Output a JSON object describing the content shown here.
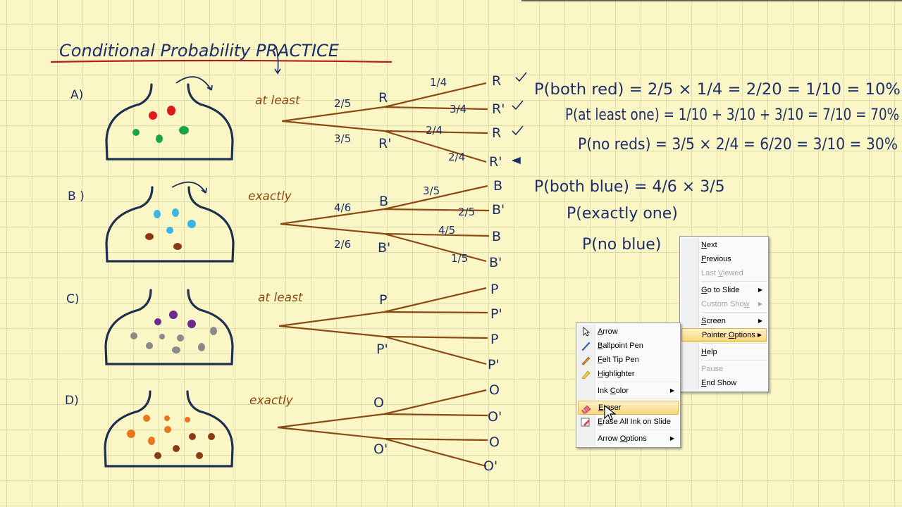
{
  "slide": {
    "title": "Conditional Probability PRACTICE",
    "problems": [
      {
        "label": "A)",
        "qualifier": "at least",
        "branch1": {
          "first": "R",
          "second": "R'",
          "p1": "2/5",
          "p2": "3/5"
        },
        "leaves": [
          "R",
          "R'",
          "R",
          "R'"
        ],
        "leaf_probs": [
          "1/4",
          "3/4",
          "2/4",
          "2/4"
        ]
      },
      {
        "label": "B )",
        "qualifier": "exactly",
        "branch1": {
          "first": "B",
          "second": "B'",
          "p1": "4/6",
          "p2": "2/6"
        },
        "leaves": [
          "B",
          "B'",
          "B",
          "B'"
        ],
        "leaf_probs": [
          "3/5",
          "2/5",
          "4/5",
          "1/5"
        ]
      },
      {
        "label": "C)",
        "qualifier": "at least",
        "branch1": {
          "first": "P",
          "second": "P'"
        },
        "leaves": [
          "P",
          "P'",
          "P",
          "P'"
        ]
      },
      {
        "label": "D)",
        "qualifier": "exactly",
        "branch1": {
          "first": "O",
          "second": "O'"
        },
        "leaves": [
          "O",
          "O'",
          "O",
          "O'"
        ]
      }
    ],
    "equations": [
      "P(both red) = 2/5 × 1/4 = 2/20 = 1/10 = 10%",
      "P(at least one) = 1/10 + 3/10 + 3/10 = 7/10 = 70%",
      "P(no reds) = 3/5 × 2/4 = 6/20 = 3/10 = 30%",
      "P(both blue) = 4/6 × 3/5",
      "P(exactly one)",
      "P(no blue)"
    ],
    "colors": {
      "ink_blue": "#1d2f6b",
      "ink_brown": "#8b4a12",
      "underline_red": "#b0201b",
      "red": "#e01a1a",
      "green": "#1aa34a",
      "blue": "#3cb4e6",
      "brown": "#8b3a12",
      "purple": "#6b2a8e",
      "grey": "#8a8a8a",
      "orange": "#e8761c",
      "paper": "#fbf6c6",
      "grid": "#cfd59b"
    }
  },
  "main_menu": {
    "items": [
      {
        "label": "Next",
        "underline": "N",
        "disabled": false
      },
      {
        "label": "Previous",
        "underline": "P",
        "disabled": false
      },
      {
        "label": "Last Viewed",
        "underline": "V",
        "disabled": true
      },
      {
        "label": "Go to Slide",
        "underline": "G",
        "disabled": false,
        "submenu": true
      },
      {
        "label": "Custom Show",
        "underline": "w",
        "disabled": true,
        "submenu": true
      },
      {
        "label": "Screen",
        "underline": "S",
        "disabled": false,
        "submenu": true
      },
      {
        "label": "Pointer Options",
        "underline": "O",
        "disabled": false,
        "submenu": true,
        "highlighted": true
      },
      {
        "label": "Help",
        "underline": "H",
        "disabled": false
      },
      {
        "label": "Pause",
        "underline": "",
        "disabled": true
      },
      {
        "label": "End Show",
        "underline": "E",
        "disabled": false
      }
    ]
  },
  "pointer_menu": {
    "items": [
      {
        "label": "Arrow",
        "icon": "arrow-cursor-icon"
      },
      {
        "label": "Ballpoint Pen",
        "icon": "ballpoint-pen-icon"
      },
      {
        "label": "Felt Tip Pen",
        "icon": "felt-tip-pen-icon"
      },
      {
        "label": "Highlighter",
        "icon": "highlighter-icon"
      },
      {
        "label": "Ink Color",
        "submenu": true
      },
      {
        "label": "Eraser",
        "icon": "eraser-icon",
        "highlighted": true
      },
      {
        "label": "Erase All Ink on Slide",
        "icon": "erase-all-ink-icon"
      },
      {
        "label": "Arrow Options",
        "submenu": true
      }
    ]
  }
}
